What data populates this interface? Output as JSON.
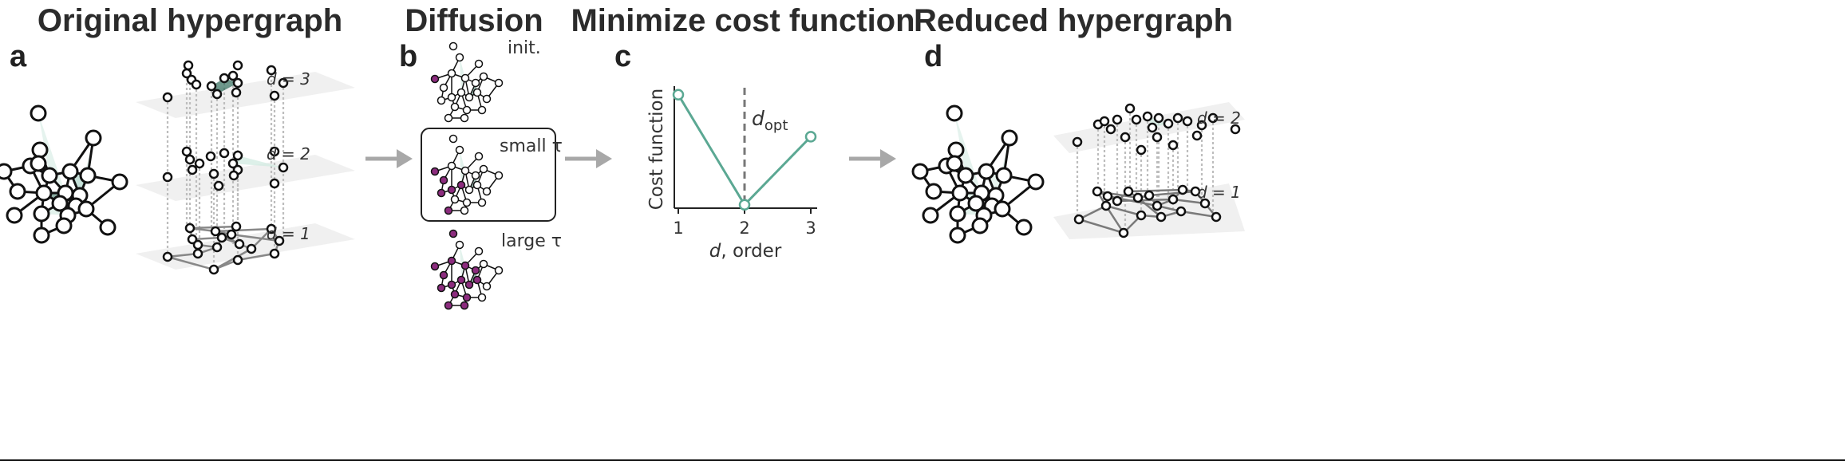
{
  "titles": {
    "original": "Original hypergraph",
    "diffusion": "Diffusion",
    "minimize": "Minimize cost function",
    "reduced": "Reduced hypergraph"
  },
  "panels": {
    "a": "a",
    "b": "b",
    "c": "c",
    "d": "d"
  },
  "layers_original": [
    "d = 3",
    "d = 2",
    "d = 1"
  ],
  "layers_reduced": [
    "d = 2",
    "d = 1"
  ],
  "diffusion_labels": {
    "init": "init.",
    "small": "small τ",
    "large": "large τ"
  },
  "chart_data": {
    "type": "line",
    "x": [
      1,
      2,
      3
    ],
    "y": [
      1.0,
      0.03,
      0.63
    ],
    "xticks": [
      "1",
      "2",
      "3"
    ],
    "ylabel": "Cost function",
    "xlabel_var": "d",
    "xlabel_rest": ", order",
    "vline_x": 2,
    "vline_label_main": "d",
    "vline_label_sub": "opt",
    "series_color": "#5ba893",
    "ylim": [
      0,
      1.1
    ]
  },
  "colors": {
    "teal": "#5ba893",
    "teal_fill": "#cfe9e0",
    "dark_teal": "#2f6b5a",
    "purple": "#8c2c7e",
    "arrow": "#a8a8a8",
    "layer": "#eeeeee"
  }
}
